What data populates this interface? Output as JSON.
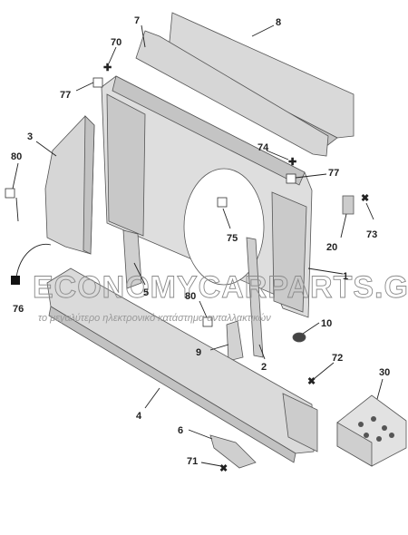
{
  "watermark": {
    "brand": "ECONOMYCARPARTS.GR",
    "tagline": "το μεγαλύτερο ηλεκτρονικό κατάστημα ανταλλακτικών"
  },
  "callouts": {
    "c1": "1",
    "c2": "2",
    "c3": "3",
    "c4": "4",
    "c5": "5",
    "c6": "6",
    "c7": "7",
    "c8": "8",
    "c9": "9",
    "c10": "10",
    "c20": "20",
    "c30": "30",
    "c70": "70",
    "c71": "71",
    "c72": "72",
    "c73": "73",
    "c74": "74",
    "c75": "75",
    "c76": "76",
    "c77a": "77",
    "c77b": "77",
    "c80a": "80",
    "c80b": "80"
  },
  "colors": {
    "part_fill": "#dcdcdc",
    "part_shade": "#c2c2c2",
    "outline": "#555555",
    "callout_text": "#222222"
  }
}
